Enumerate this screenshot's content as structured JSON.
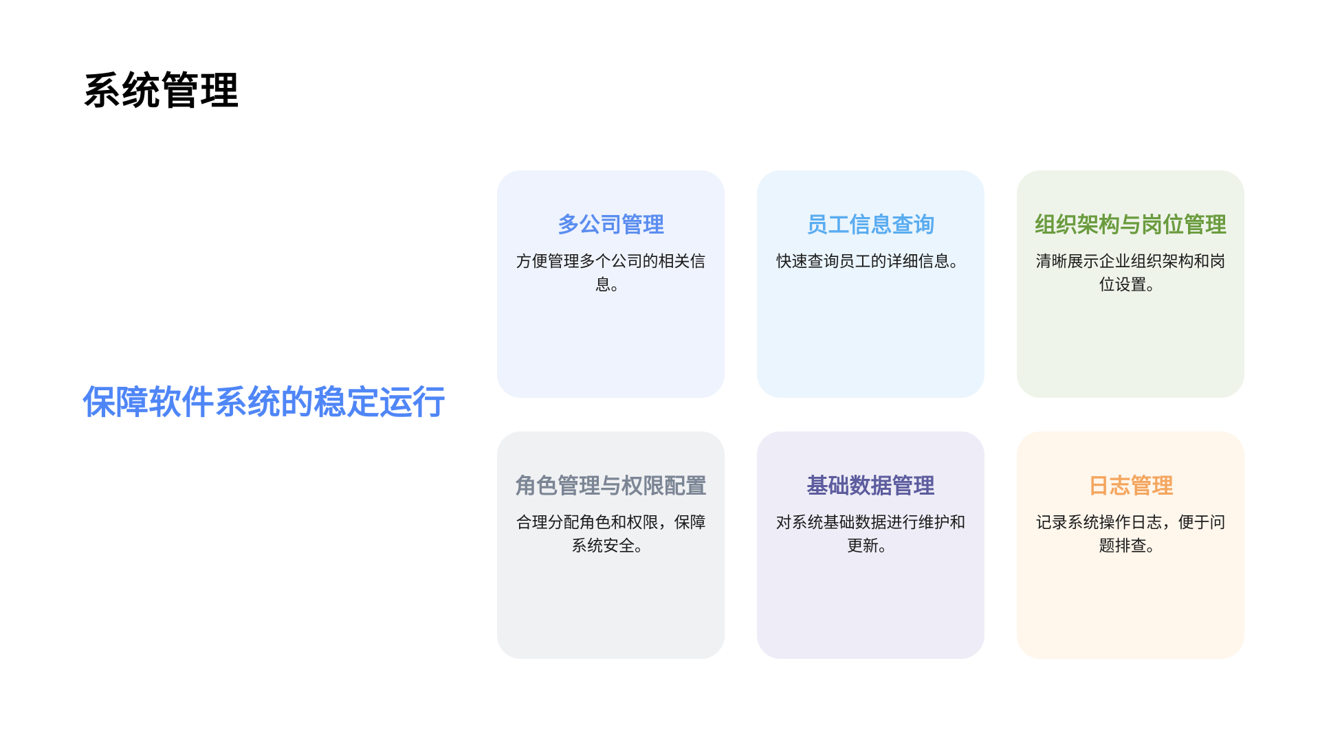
{
  "page": {
    "title": "系统管理",
    "tagline": "保障软件系统的稳定运行"
  },
  "cards": [
    {
      "title": "多公司管理",
      "desc": "方便管理多个公司的相关信息。",
      "bg": "#eef3fd",
      "title_color": "#5b8def"
    },
    {
      "title": "员工信息查询",
      "desc": "快速查询员工的详细信息。",
      "bg": "#ebf5fd",
      "title_color": "#5aacf0"
    },
    {
      "title": "组织架构与岗位管理",
      "desc": "清晰展示企业组织架构和岗位设置。",
      "bg": "#eff4ea",
      "title_color": "#6a9b3e"
    },
    {
      "title": "角色管理与权限配置",
      "desc": "合理分配角色和权限，保障系统安全。",
      "bg": "#f0f1f3",
      "title_color": "#7b8594"
    },
    {
      "title": "基础数据管理",
      "desc": "对系统基础数据进行维护和更新。",
      "bg": "#eeedf7",
      "title_color": "#5d5c9e"
    },
    {
      "title": "日志管理",
      "desc": "记录系统操作日志，便于问题排查。",
      "bg": "#fff6ec",
      "title_color": "#f4a55e"
    }
  ]
}
